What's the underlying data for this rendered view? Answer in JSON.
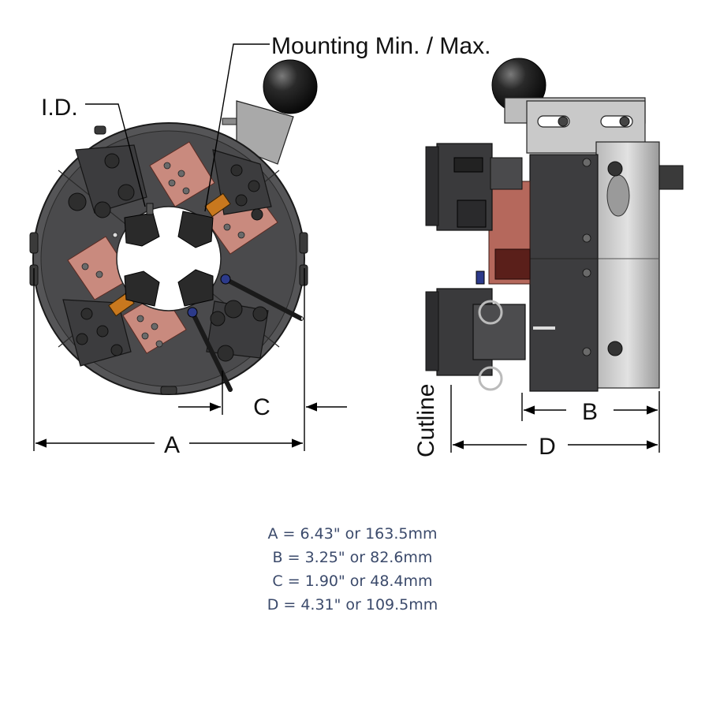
{
  "labels": {
    "mounting": "Mounting Min. / Max.",
    "id": "I.D.",
    "a": "A",
    "b": "B",
    "c": "C",
    "d": "D",
    "cutline": "Cutline"
  },
  "dimensions": [
    "A = 6.43\" or 163.5mm",
    "B = 3.25\" or 82.6mm",
    "C = 1.90\" or 48.4mm",
    "D = 4.31\" or 109.5mm"
  ],
  "colors": {
    "body": "#4a4a4c",
    "copper": "#c98a7e",
    "side_plate": "#c8c8c8",
    "text_blue": "#3b4a6b"
  }
}
